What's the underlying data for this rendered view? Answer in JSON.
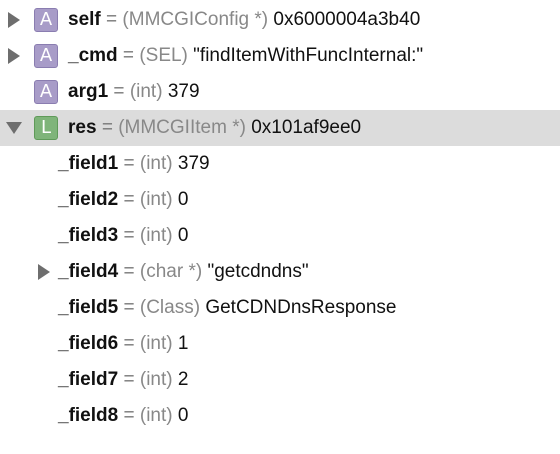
{
  "variables": [
    {
      "name": "self",
      "eq": "=",
      "type": "(MMCGIConfig *)",
      "value": "0x6000004a3b40",
      "badge": "A"
    },
    {
      "name": "_cmd",
      "eq": "=",
      "type": "(SEL)",
      "value": "\"findItemWithFuncInternal:\"",
      "badge": "A"
    },
    {
      "name": "arg1",
      "eq": "=",
      "type": "(int)",
      "value": "379",
      "badge": "A"
    },
    {
      "name": "res",
      "eq": "=",
      "type": "(MMCGIItem *)",
      "value": "0x101af9ee0",
      "badge": "L"
    }
  ],
  "fields": [
    {
      "name": "_field1",
      "eq": "=",
      "type": "(int)",
      "value": "379"
    },
    {
      "name": "_field2",
      "eq": "=",
      "type": "(int)",
      "value": "0"
    },
    {
      "name": "_field3",
      "eq": "=",
      "type": "(int)",
      "value": "0"
    },
    {
      "name": "_field4",
      "eq": "=",
      "type": "(char *)",
      "value": "\"getcdndns\""
    },
    {
      "name": "_field5",
      "eq": "=",
      "type": "(Class)",
      "value": "GetCDNDnsResponse"
    },
    {
      "name": "_field6",
      "eq": "=",
      "type": "(int)",
      "value": "1"
    },
    {
      "name": "_field7",
      "eq": "=",
      "type": "(int)",
      "value": "2"
    },
    {
      "name": "_field8",
      "eq": "=",
      "type": "(int)",
      "value": "0"
    }
  ],
  "icons": {
    "argument_badge": "argument-icon",
    "local_badge": "local-icon",
    "collapsed": "disclosure-collapsed-icon",
    "expanded": "disclosure-expanded-icon"
  },
  "colors": {
    "selected_row": "#dcdcdc",
    "argument_badge": "#a89cc8",
    "local_badge": "#7fb47a",
    "type_text": "#888888"
  }
}
